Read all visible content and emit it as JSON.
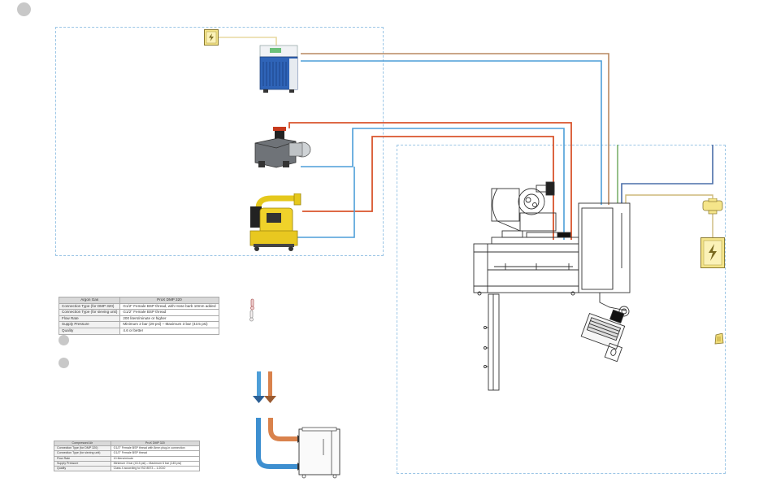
{
  "colors": {
    "zone_border": "#9cc6e6",
    "pipe_red": "#d9542c",
    "pipe_blue": "#4d9ed8",
    "pipe_brown": "#b98960",
    "pipe_green": "#6aa657",
    "pipe_navy": "#4a6ea8",
    "plug_yellow": "#f5e58a",
    "marker_grey": "#c8c8c8"
  },
  "icons": {
    "power_plug_top": "power-plug-icon",
    "power_plug_right": "power-plug-icon",
    "power_plug_mid": "power-plug-icon",
    "chiller": "chiller-unit-icon",
    "vacuum_pump": "vacuum-pump-icon",
    "compressor": "compressor-icon",
    "printer": "metal-3d-printer-icon",
    "keyboard": "keyboard-terminal-icon",
    "flow_arrows": "flow-direction-arrows-icon",
    "sieving_unit": "sieving-unit-icon"
  },
  "argon_table": {
    "headers": [
      "Argon Gas",
      "ProX DMP 320"
    ],
    "rows": [
      [
        "Connection Type (for DMP 320)",
        "G1/2\" Female BSP thread, with Hose barb 10mm added"
      ],
      [
        "Connection Type (for sieving unit)",
        "G1/2\" Female BSP thread"
      ],
      [
        "Flow Rate",
        "200 liters/minute or higher"
      ],
      [
        "Supply Pressure",
        "Minimum 2 bar (29 psi) – Maximum 3 bar (43.5 psi)"
      ],
      [
        "Quality",
        "4.6 or better"
      ]
    ]
  },
  "compressed_air_table": {
    "headers": [
      "Compressed Air",
      "ProX DMP 320"
    ],
    "rows": [
      [
        "Connection Type (for DMP 320)",
        "G1/2\" Female BSP thread with 8mm plug-in connection"
      ],
      [
        "Connection Type (for sieving unit)",
        "G1/2\" Female BSP thread"
      ],
      [
        "Flow Rate",
        "10 liters/minute"
      ],
      [
        "Supply Pressure",
        "Minimum 3 bar (43.5 psi) – Maximum 6 bar (145 psi)"
      ],
      [
        "Quality",
        "Class 4 according to ISO 8573 – 1:2010"
      ]
    ]
  }
}
